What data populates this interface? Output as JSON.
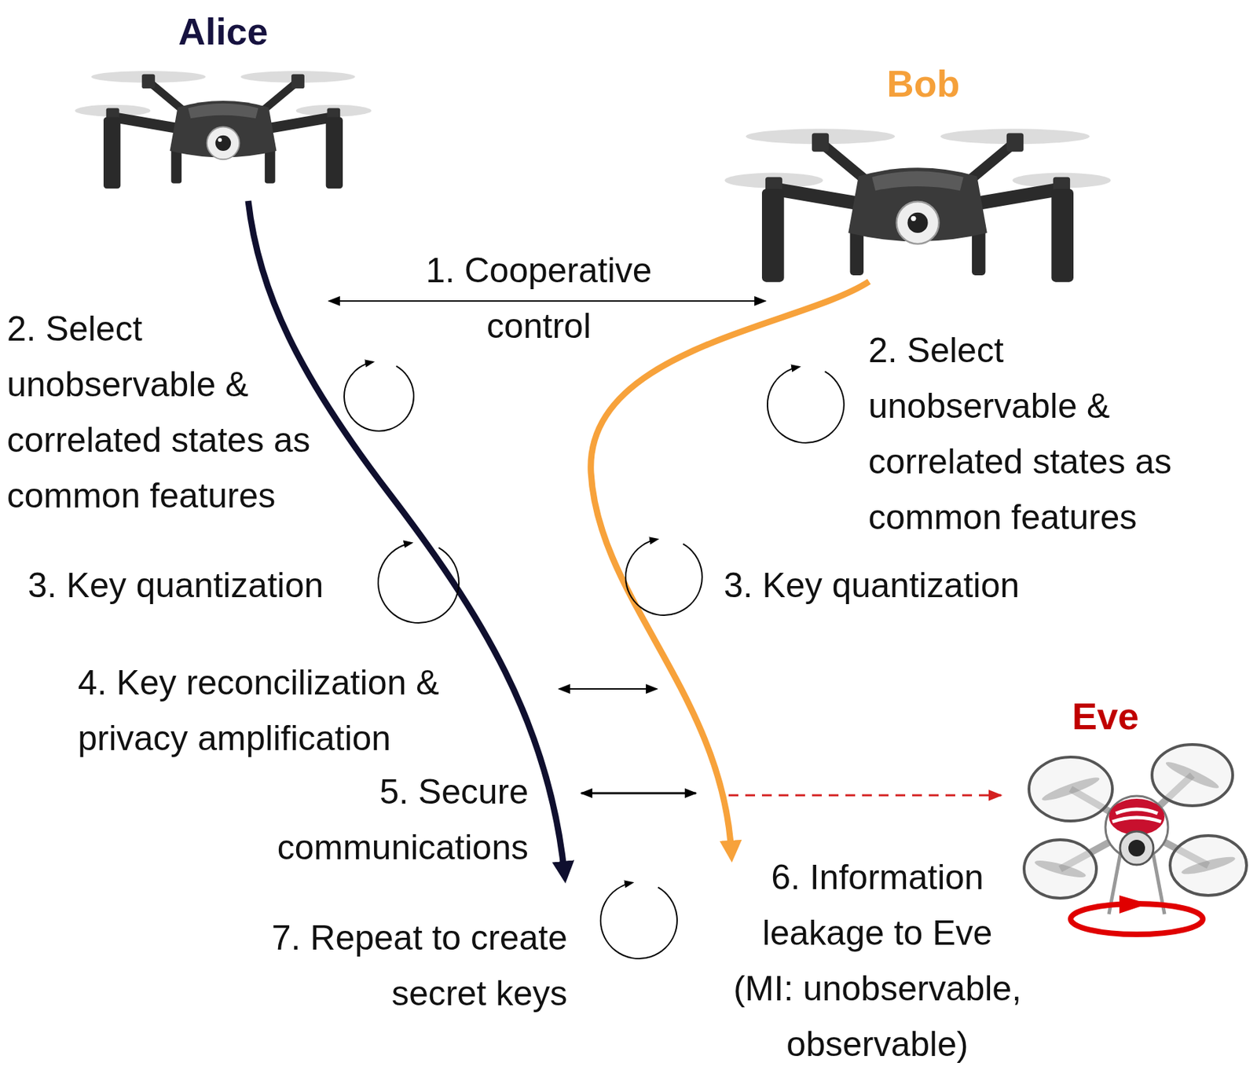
{
  "diagram": {
    "nodes": [
      {
        "text": [
          "Alice"
        ]
      },
      {
        "text": [
          "Bob"
        ]
      },
      {
        "text": [
          "Eve"
        ]
      }
    ],
    "labels": [
      "1. Cooperative control",
      "2. Select unobservable & correlated states as common features",
      "2. Select unobservable & correlated states as common features",
      "3. Key quantization",
      "3. Key quantization",
      "4. Key reconcilization & privacy amplification",
      "5. Secure communications",
      "6. Information leakage to Eve (MI: unobservable, observable)",
      "7. Repeat to create secret keys"
    ]
  }
}
